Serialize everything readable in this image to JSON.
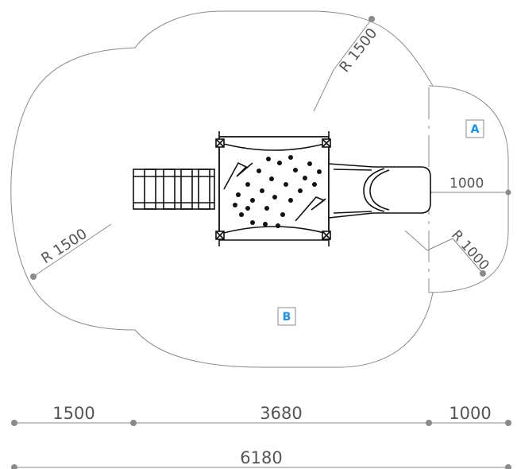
{
  "colors": {
    "line": "#8a8a8a",
    "text": "#555555",
    "zone_label": "#1e90e8",
    "equipment": "#111111"
  },
  "zones": {
    "a": "A",
    "b": "B"
  },
  "radii": {
    "top": "R 1500",
    "left": "R 1500",
    "right": "R 1000"
  },
  "side_dim": "1000",
  "dims": {
    "left": "1500",
    "middle": "3680",
    "right": "1000",
    "total": "6180"
  }
}
